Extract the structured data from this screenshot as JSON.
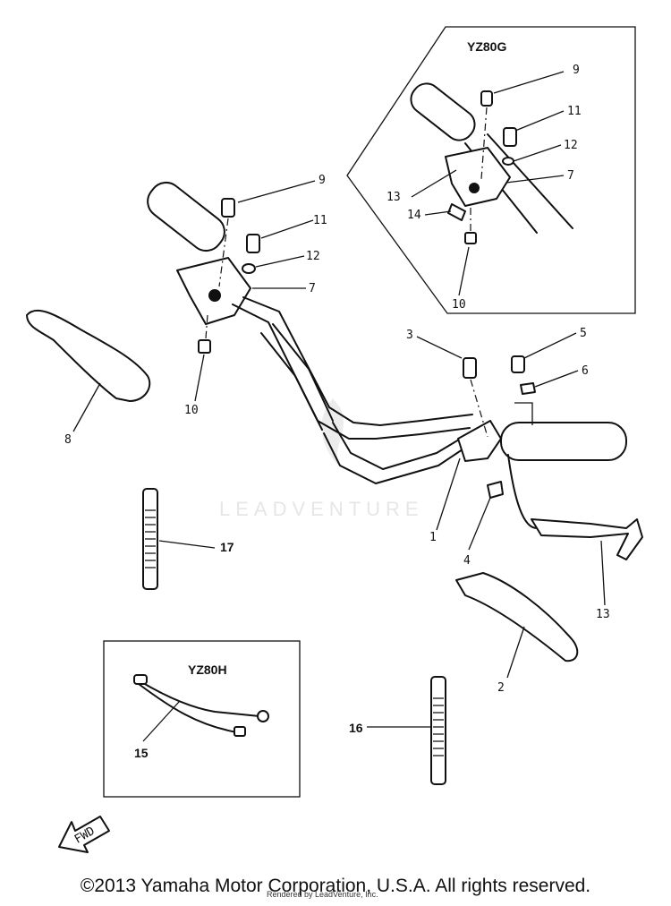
{
  "diagram": {
    "insets": [
      {
        "id": "yz80g",
        "label": "YZ80G"
      },
      {
        "id": "yz80h",
        "label": "YZ80H"
      }
    ],
    "callouts": {
      "top_9": "9",
      "top_11": "11",
      "top_12": "12",
      "top_7": "7",
      "top_13": "13",
      "top_14": "14",
      "top_10": "10",
      "main_9": "9",
      "main_11": "11",
      "main_12": "12",
      "main_7": "7",
      "main_10": "10",
      "c8": "8",
      "c3": "3",
      "c5": "5",
      "c6": "6",
      "c1": "1",
      "c4": "4",
      "c13": "13",
      "c17": "17",
      "c2": "2",
      "c15": "15",
      "c16": "16"
    },
    "fwd_label": "FWD",
    "watermark": "LEADVENTURE"
  },
  "footer": {
    "copyright": "©2013 Yamaha Motor Corporation, U.S.A. All rights reserved.",
    "rendered_by": "Rendered by LeadVenture, Inc."
  }
}
